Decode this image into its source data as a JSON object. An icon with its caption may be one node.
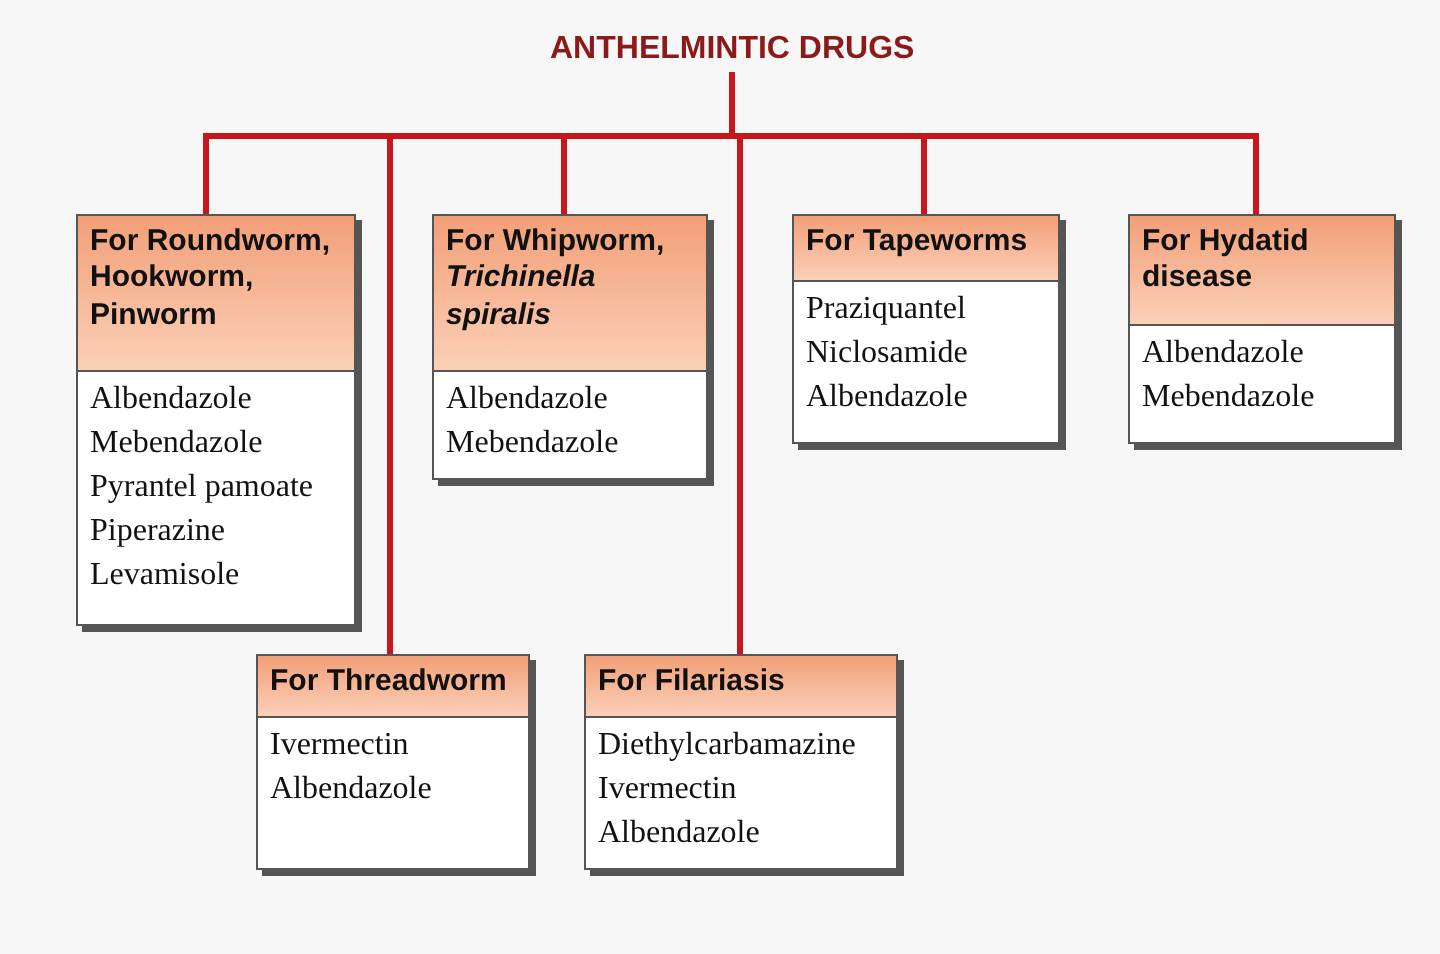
{
  "diagram": {
    "nodes": [
      {
        "text": [
          "ANTHELMINTIC DRUGS"
        ]
      },
      {
        "text": [
          "For Roundworm, Hookworm, Pinworm",
          "Albendazole",
          "Mebendazole",
          "Pyrantel pamoate",
          "Piperazine",
          "Levamisole"
        ]
      },
      {
        "text": [
          "For Whipworm, *Trichinella spiralis*",
          "Albendazole",
          "Mebendazole"
        ]
      },
      {
        "text": [
          "For Tapeworms",
          "Praziquantel",
          "Niclosamide",
          "Albendazole"
        ]
      },
      {
        "text": [
          "For Hydatid disease",
          "Albendazole",
          "Mebendazole"
        ]
      },
      {
        "text": [
          "For Threadworm",
          "Ivermectin",
          "Albendazole"
        ]
      },
      {
        "text": [
          "For Filariasis",
          "Diethylcarbamazine",
          "Ivermectin",
          "Albendazole"
        ]
      }
    ],
    "edges": [
      {
        "from": 0,
        "to": 1,
        "arrow": "none"
      },
      {
        "from": 0,
        "to": 2,
        "arrow": "none"
      },
      {
        "from": 0,
        "to": 3,
        "arrow": "none"
      },
      {
        "from": 0,
        "to": 4,
        "arrow": "none"
      },
      {
        "from": 0,
        "to": 5,
        "arrow": "none"
      },
      {
        "from": 0,
        "to": 6,
        "arrow": "none"
      }
    ]
  }
}
